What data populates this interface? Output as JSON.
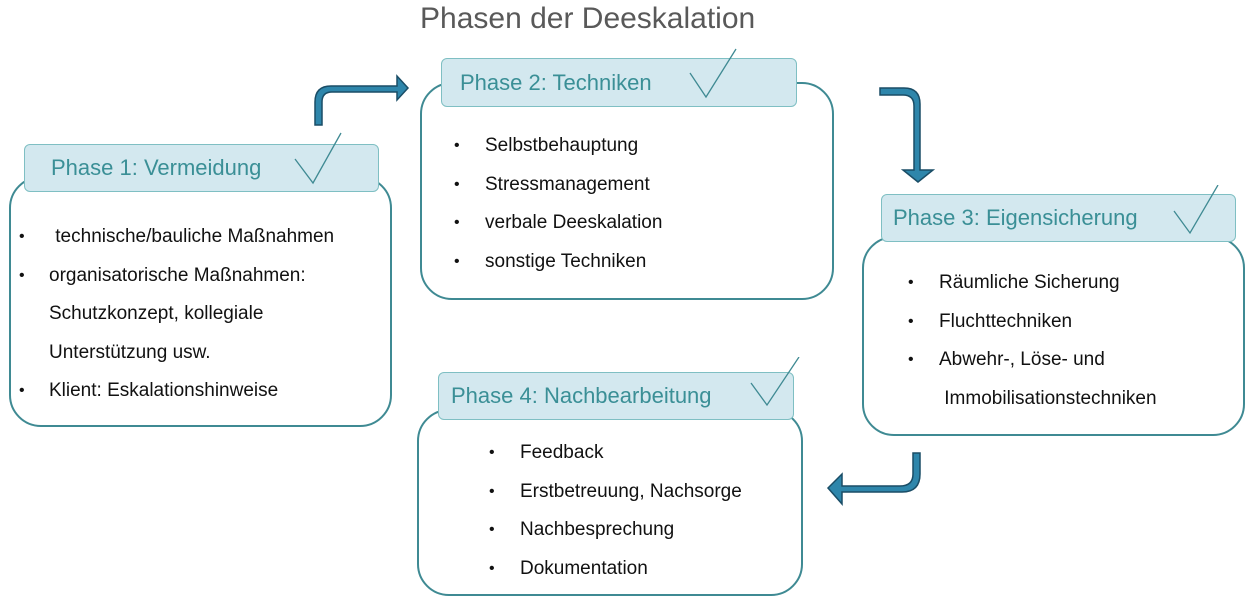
{
  "title": "Phasen der Deeskalation",
  "colors": {
    "header_text": "#3a8f96",
    "header_fill": "#d3e8ef",
    "box_border": "#3f8a93",
    "arrow_fill": "#2e86ab",
    "arrow_stroke": "#1a4d66",
    "title_text": "#595959"
  },
  "phases": [
    {
      "header": "Phase 1: Vermeidung",
      "checked": true,
      "items": [
        {
          "bullet": "•",
          "text": " technische/bauliche Maßnahmen"
        },
        {
          "bullet": "•",
          "text": "organisatorische Maßnahmen:"
        },
        {
          "bullet": "",
          "text": "Schutzkonzept, kollegiale"
        },
        {
          "bullet": "",
          "text": "Unterstützung usw."
        },
        {
          "bullet": "•",
          "text": "Klient: Eskalationshinweise"
        }
      ]
    },
    {
      "header": "Phase 2: Techniken",
      "checked": true,
      "items": [
        {
          "bullet": "•",
          "text": "Selbstbehauptung"
        },
        {
          "bullet": "•",
          "text": "Stressmanagement"
        },
        {
          "bullet": "•",
          "text": "verbale Deeskalation"
        },
        {
          "bullet": "•",
          "text": "sonstige Techniken"
        }
      ]
    },
    {
      "header": "Phase 3: Eigensicherung",
      "checked": true,
      "items": [
        {
          "bullet": "•",
          "text": "Räumliche Sicherung"
        },
        {
          "bullet": "•",
          "text": "Fluchttechniken"
        },
        {
          "bullet": "•",
          "text": "Abwehr-, Löse- und"
        },
        {
          "bullet": "",
          "text": " Immobilisationstechniken"
        }
      ]
    },
    {
      "header": "Phase 4: Nachbearbeitung",
      "checked": true,
      "items": [
        {
          "bullet": "•",
          "text": "Feedback"
        },
        {
          "bullet": "•",
          "text": "Erstbetreuung, Nachsorge"
        },
        {
          "bullet": "•",
          "text": "Nachbesprechung"
        },
        {
          "bullet": "•",
          "text": "Dokumentation"
        }
      ]
    }
  ],
  "arrows": [
    {
      "from": "Phase 1",
      "to": "Phase 2",
      "direction": "up-right"
    },
    {
      "from": "Phase 2",
      "to": "Phase 3",
      "direction": "right-down"
    },
    {
      "from": "Phase 3",
      "to": "Phase 4",
      "direction": "down-left"
    }
  ]
}
